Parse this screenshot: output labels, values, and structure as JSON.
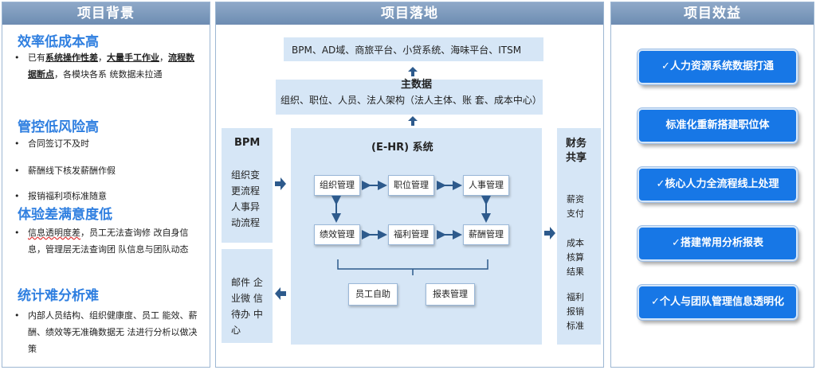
{
  "headers": {
    "left": "项目背景",
    "mid": "项目落地",
    "right": "项目效益"
  },
  "left": {
    "s1_title": "效率低成本高",
    "s1_b1_a": "已有",
    "s1_b1_b": "系统操作性差",
    "s1_b1_c": "，",
    "s1_b1_d": "大量手工作业",
    "s1_b1_e": "，",
    "s1_b1_f": "流程数据断点",
    "s1_b1_g": "，各模块各系 统数据未拉通",
    "s2_title": "管控低风险高",
    "s2_b1": "合同签订不及时",
    "s2_b2": "薪酬线下核发薪酬作假",
    "s2_b3": "报销福利项标准随意",
    "s3_title": "体验差满意度低",
    "s3_b1_a": "信息透明度差",
    "s3_b1_b": "，员工无法查询修 改自身信息，管理层无法查询团 队信息与团队动态",
    "s4_title": "统计难分析难",
    "s4_b1": "内部人员结构、组织健康度、员工 能效、薪酬、绩效等无准确数据无 法进行分析以做决策"
  },
  "mid": {
    "top_systems": "BPM、AD域、商旅平台、小贷系统、海味平台、ITSM",
    "master_title": "主数据",
    "master_items": "组织、职位、人员、法人架构（法人主体、账 套、成本中心）",
    "bpm_title": "BPM",
    "bpm_items": [
      "组织变",
      "更流程",
      "人事异",
      "动流程"
    ],
    "msg_items": [
      "邮件 企",
      "业微 信",
      "待办 中",
      "心"
    ],
    "ehr_title": "(E-HR) 系统",
    "modules": {
      "org": "组织管理",
      "position": "职位管理",
      "personnel": "人事管理",
      "perf": "绩效管理",
      "welfare": "福利管理",
      "salary": "薪酬管理",
      "selfservice": "员工自助",
      "report": "报表管理"
    },
    "fin_title": [
      "财务",
      "共享"
    ],
    "fin_items": [
      [
        "薪资",
        "支付"
      ],
      [
        "成本",
        "核算",
        "结果"
      ],
      [
        "福利",
        "报销",
        "标准"
      ]
    ]
  },
  "right": {
    "benefits": [
      "✓人力资源系统数据打通",
      "标准化重新搭建职位体",
      "✓核心人力全流程线上处理",
      "✓搭建常用分析报表",
      "✓个人与团队管理信息透明化"
    ]
  },
  "colors": {
    "accent": "#1777e6",
    "panel": "#d6e6f6",
    "header": "#7d9abd",
    "section_title": "#2f7fe0"
  }
}
